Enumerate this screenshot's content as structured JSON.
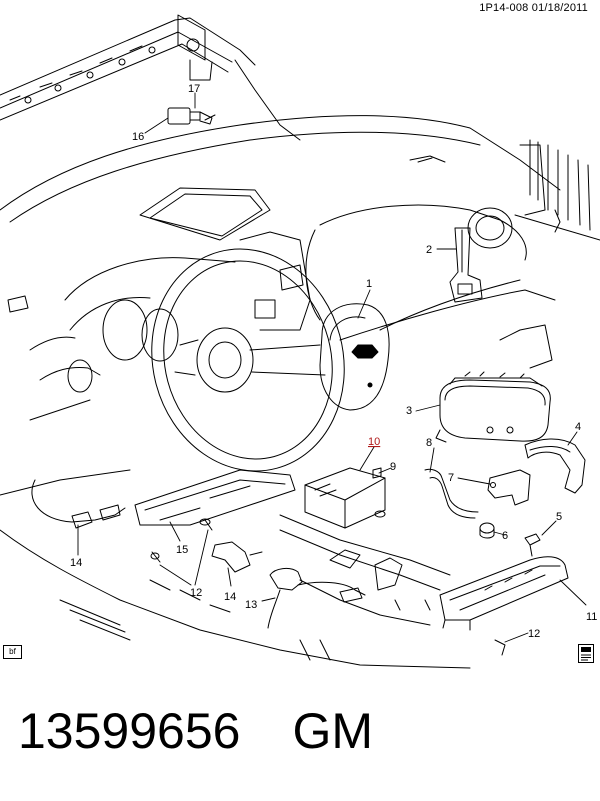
{
  "diagram": {
    "code": "1P14-008  01/18/2011",
    "callouts": {
      "c1": "1",
      "c2": "2",
      "c3": "3",
      "c4": "4",
      "c5": "5",
      "c6": "6",
      "c7": "7",
      "c8": "8",
      "c9": "9",
      "c10": "10",
      "c11": "11",
      "c12a": "12",
      "c12b": "12",
      "c13": "13",
      "c14a": "14",
      "c14b": "14",
      "c15": "15",
      "c16": "16",
      "c17": "17"
    },
    "corner_tag": "bf"
  },
  "caption": {
    "part_number": "13599656",
    "brand": "GM"
  }
}
